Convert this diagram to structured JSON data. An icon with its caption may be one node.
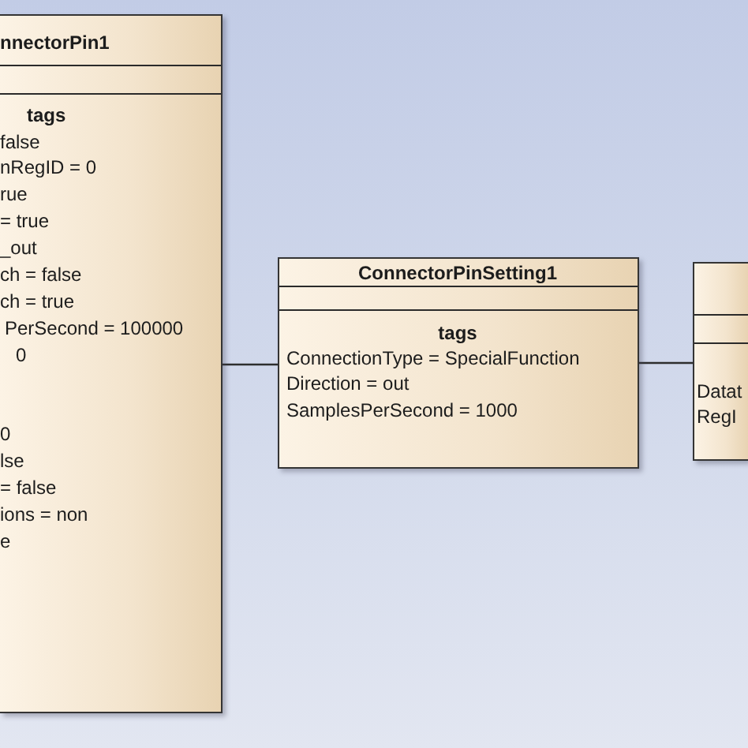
{
  "diagram": {
    "nodes": [
      {
        "text": [
          "nnectorPin1",
          "tags",
          "false",
          "nRegID = 0",
          "rue",
          "= true",
          "_out",
          "ch = false",
          "ch = true",
          "PerSecond = 100000",
          "0",
          "0",
          "lse",
          "= false",
          "ions = non",
          "e"
        ]
      },
      {
        "text": [
          "ConnectorPinSetting1",
          "tags",
          "ConnectionType = SpecialFunction",
          "Direction = out",
          "SamplesPerSecond = 1000"
        ]
      },
      {
        "text": [
          "Datat",
          "RegI"
        ]
      }
    ],
    "edges": [
      {
        "from": 0,
        "to": 1,
        "arrow": "none"
      },
      {
        "from": 1,
        "to": 2,
        "arrow": "none"
      }
    ]
  }
}
